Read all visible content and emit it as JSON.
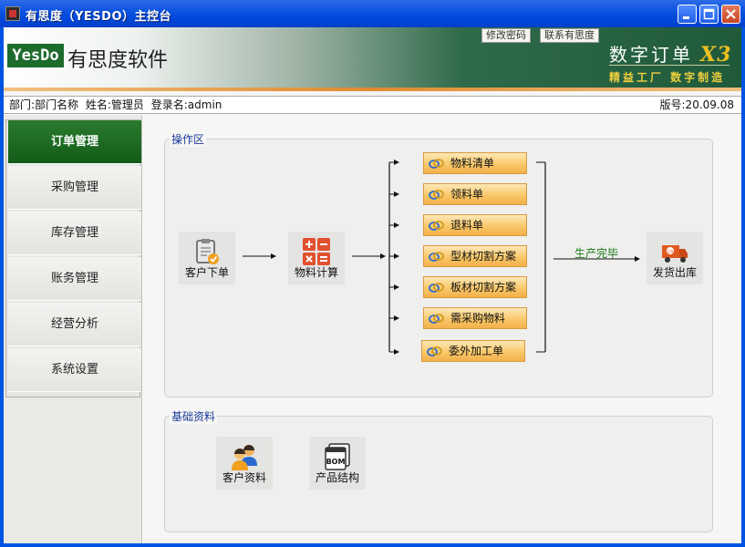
{
  "window": {
    "title": "有思度（YESDO）主控台"
  },
  "banner": {
    "logo_text": "YesDo",
    "brand_name": "有思度软件",
    "links": [
      "修改密码",
      "联系有思度"
    ],
    "slogan_main": "数字订单",
    "slogan_mark": "X3",
    "slogan_sub": "精益工厂  数字制造"
  },
  "infobar": {
    "department": "部门:部门名称",
    "name": "姓名:管理员",
    "login": "登录名:admin",
    "version": "版号:20.09.08"
  },
  "sidebar": {
    "items": [
      {
        "label": "订单管理",
        "active": true
      },
      {
        "label": "采购管理"
      },
      {
        "label": "库存管理"
      },
      {
        "label": "账务管理"
      },
      {
        "label": "经营分析"
      },
      {
        "label": "系统设置"
      }
    ]
  },
  "operations": {
    "title": "操作区",
    "customer_order": "客户下单",
    "material_calc": "物料计算",
    "documents": [
      "物料清单",
      "领料单",
      "退料单",
      "型材切割方案",
      "板材切割方案",
      "需采购物料",
      "委外加工单"
    ],
    "production_done": "生产完毕",
    "ship": "发货出库"
  },
  "basic": {
    "title": "基础资料",
    "customer_info": "客户资料",
    "product_structure": "产品结构",
    "bom_badge": "BOM"
  },
  "colors": {
    "accent_green": "#1a6e20",
    "title_blue": "#0a51e0",
    "doc_orange": "#f9c86a"
  }
}
